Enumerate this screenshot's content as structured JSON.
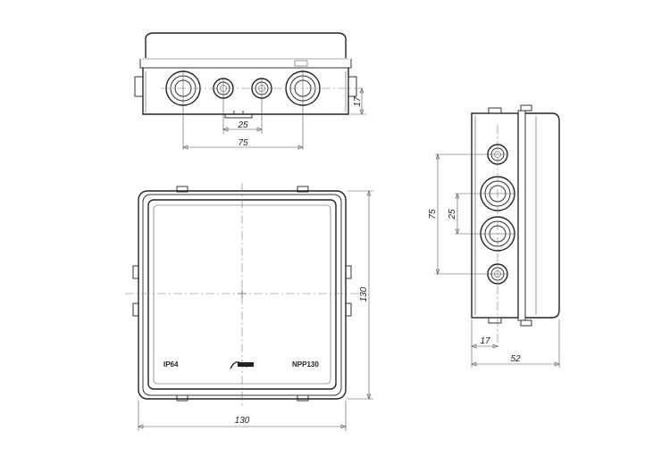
{
  "dimensions": {
    "top_view": {
      "hole_spacing_inner": "25",
      "hole_spacing_outer": "75",
      "hole_height": "17"
    },
    "front_view": {
      "width": "130",
      "height": "130"
    },
    "side_view": {
      "hole_spacing_outer": "75",
      "hole_spacing_inner": "25",
      "hole_offset": "17",
      "depth": "52"
    }
  },
  "lid_markings": {
    "protection": "IP64",
    "model": "NPP130",
    "logo": "Semet"
  }
}
